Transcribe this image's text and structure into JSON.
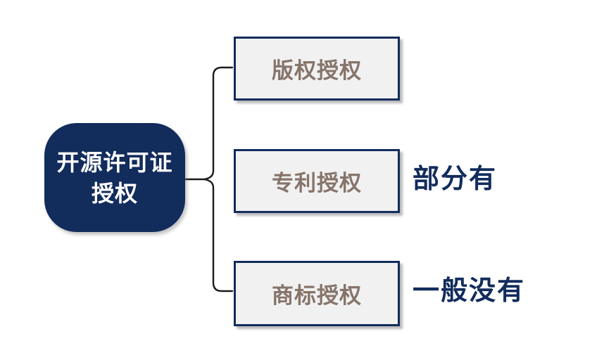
{
  "colors": {
    "navy": "#122c5c",
    "box-fill": "#f1f1f1",
    "box-text": "#86746a",
    "connector": "#1b1b1b",
    "root-text": "#ffffff"
  },
  "diagram": {
    "root": {
      "line1": "开源许可证",
      "line2": "授权"
    },
    "nodes": [
      {
        "label": "版权授权",
        "note": ""
      },
      {
        "label": "专利授权",
        "note": "部分有"
      },
      {
        "label": "商标授权",
        "note": "一般没有"
      }
    ]
  }
}
